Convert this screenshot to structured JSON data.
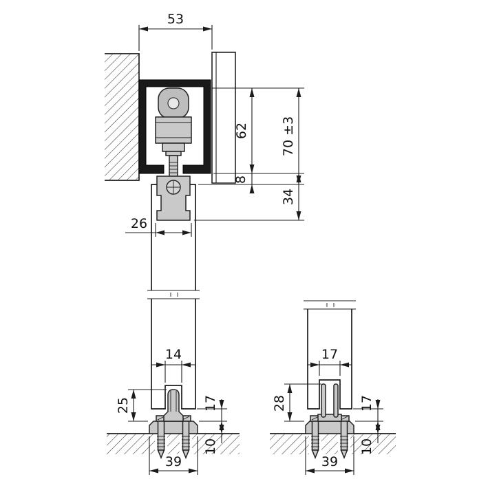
{
  "drawing": {
    "kind": "sliding-door-hardware-cross-sections",
    "upper_section": {
      "track_width": "53",
      "rail_height": "62",
      "installation_height": "70 ±3",
      "clearance": "8",
      "suspension_height": "34",
      "suspension_width": "26"
    },
    "floor_guide_left": {
      "groove_width": "14",
      "guide_height": "25",
      "bottom_clearance": "17",
      "plate_height": "10",
      "plate_width": "39"
    },
    "floor_guide_right": {
      "groove_width": "17",
      "guide_height": "28",
      "bottom_clearance": "17",
      "plate_height": "10",
      "plate_width": "39"
    }
  }
}
